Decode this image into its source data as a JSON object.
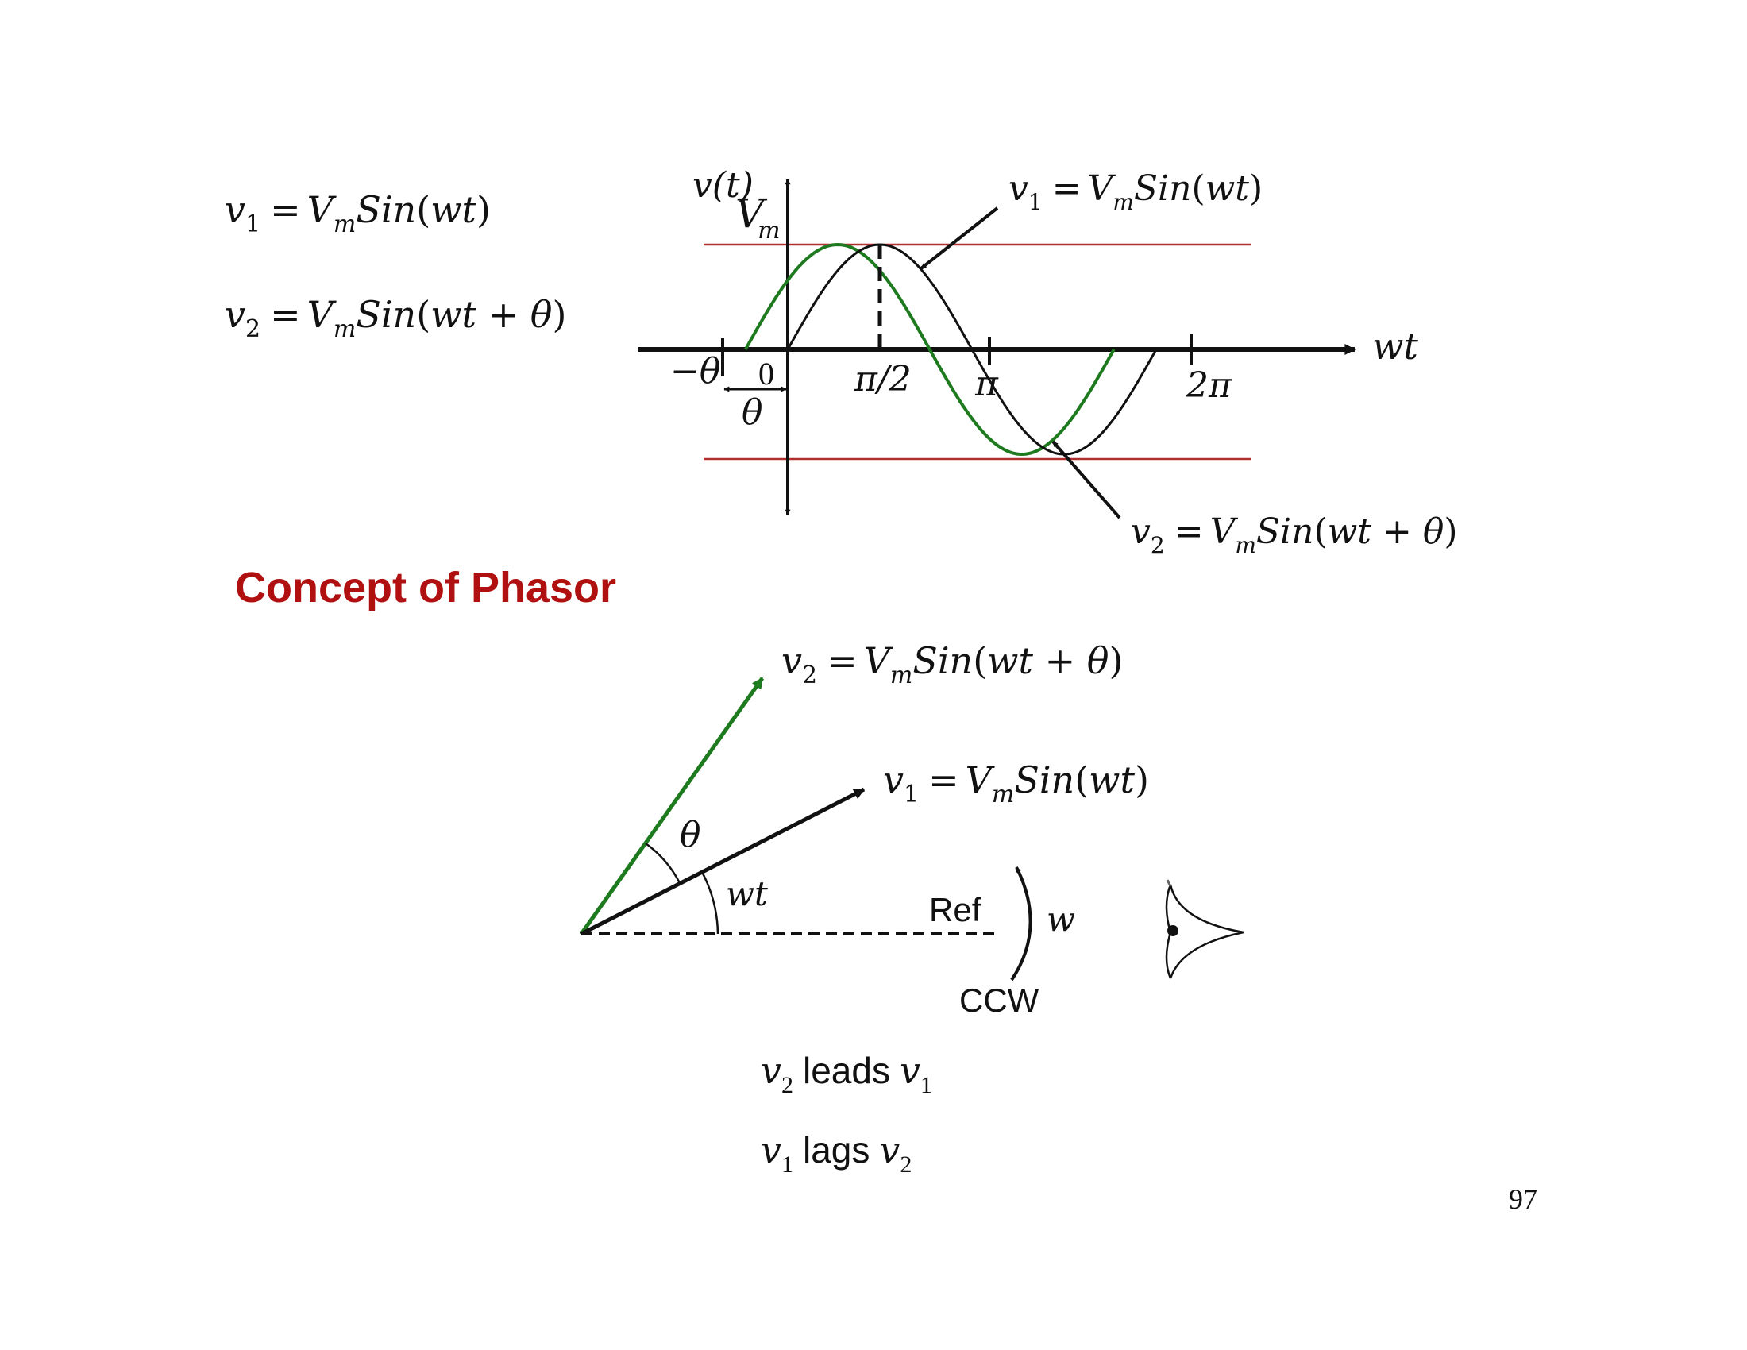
{
  "colors": {
    "title_red": "#b01010",
    "limit_line": "#b03030",
    "wave_v2": "#1e7a1e",
    "wave_v1": "#111111",
    "axis": "#111111"
  },
  "equations_left": {
    "v1": {
      "var": "v",
      "sub": "1",
      "amp": "V",
      "amp_sub": "m",
      "func": "Sin",
      "arg": "wt"
    },
    "v2": {
      "var": "v",
      "sub": "2",
      "amp": "V",
      "amp_sub": "m",
      "func": "Sin",
      "arg": "wt + θ"
    }
  },
  "waveform_plot": {
    "y_axis_label": "v(t)",
    "vm_label": {
      "main": "V",
      "sub": "m"
    },
    "x_axis_label": "wt",
    "tick_labels": {
      "neg_theta": "−θ",
      "zero": "0",
      "half_pi": "π/2",
      "pi": "π",
      "two_pi": "2π"
    },
    "theta_span_label": "θ",
    "callout_v1": {
      "var": "v",
      "sub": "1",
      "amp": "V",
      "amp_sub": "m",
      "func": "Sin",
      "arg": "wt"
    },
    "callout_v2": {
      "var": "v",
      "sub": "2",
      "amp": "V",
      "amp_sub": "m",
      "func": "Sin",
      "arg": "wt + θ"
    }
  },
  "section_title": "Concept of Phasor",
  "phasor_diagram": {
    "label_v2": {
      "var": "v",
      "sub": "2",
      "amp": "V",
      "amp_sub": "m",
      "func": "Sin",
      "arg": "wt + θ"
    },
    "label_v1": {
      "var": "v",
      "sub": "1",
      "amp": "V",
      "amp_sub": "m",
      "func": "Sin",
      "arg": "wt"
    },
    "angle_theta": "θ",
    "angle_wt": "wt",
    "ref_label": "Ref",
    "omega_label": "w",
    "rotation_label": "CCW",
    "eye_icon": "eye-icon"
  },
  "statements": {
    "lead": {
      "a_var": "v",
      "a_sub": "2",
      "word": "leads",
      "b_var": "v",
      "b_sub": "1"
    },
    "lag": {
      "a_var": "v",
      "a_sub": "1",
      "word": "lags",
      "b_var": "v",
      "b_sub": "2"
    }
  },
  "page_number": "97"
}
